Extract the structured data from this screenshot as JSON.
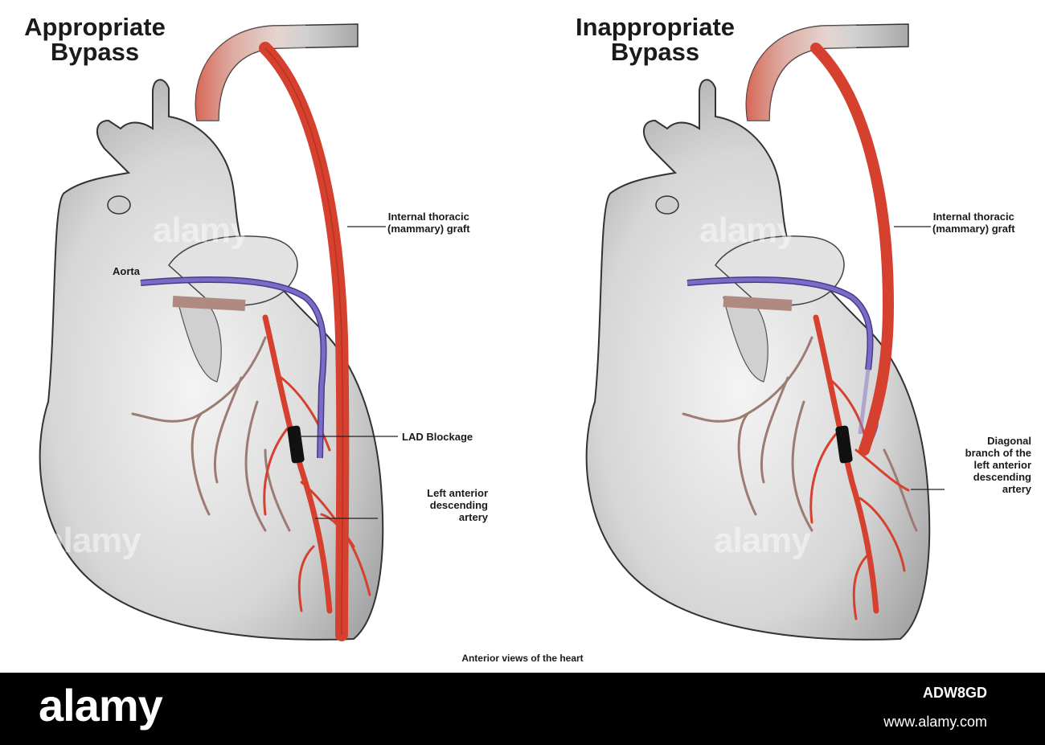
{
  "panels": [
    {
      "title_line1": "Appropriate",
      "title_line2": "Bypass"
    },
    {
      "title_line1": "Inappropriate",
      "title_line2": "Bypass"
    }
  ],
  "labels": {
    "aorta": "Aorta",
    "itg_left_line1": "Internal thoracic",
    "itg_left_line2": "(mammary) graft",
    "itg_right_line1": "Internal thoracic",
    "itg_right_line2": "(mammary) graft",
    "lad_blockage": "LAD Blockage",
    "lad_line1": "Left anterior",
    "lad_line2": "descending",
    "lad_line3": "artery",
    "diag_line1": "Diagonal",
    "diag_line2": "branch of the",
    "diag_line3": "left anterior",
    "diag_line4": "descending",
    "diag_line5": "artery"
  },
  "caption": "Anterior views of the heart",
  "watermark": {
    "text": "alamy",
    "stock_id": "ADW8GD",
    "site": "www.alamy.com"
  },
  "colors": {
    "artery": "#d6402e",
    "vein": "#6a5ab5",
    "heart": "#d8d8d8",
    "branches": "#9c7b73"
  }
}
